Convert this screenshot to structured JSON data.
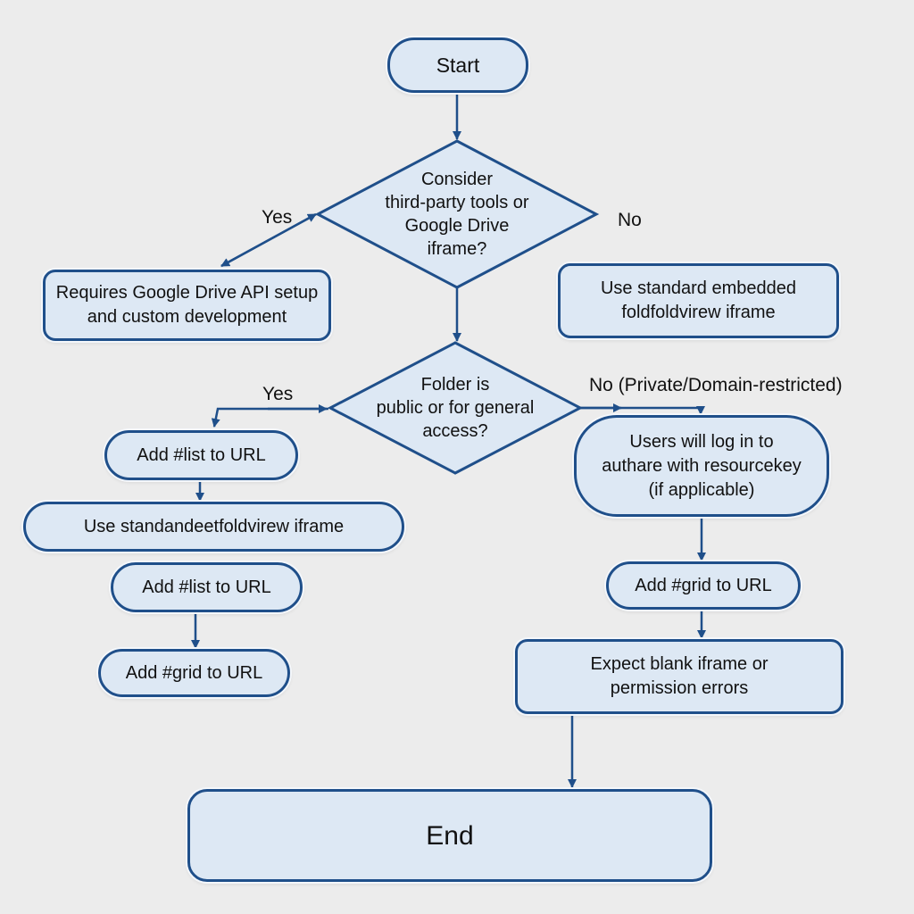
{
  "nodes": {
    "start": "Start",
    "decision_tools": "Consider\nthird-party tools or\nGoogle Drive\niframe?",
    "api_setup": "Requires Google Drive API setup\nand custom development",
    "use_standard_embedded": "Use standard embedded\nfoldfoldvirew iframe",
    "decision_public": "Folder is\npublic or for general\naccess?",
    "add_list_1": "Add #list to URL",
    "use_standard_left": "Use standandeetfoldvirew iframe",
    "add_list_2": "Add #list to URL",
    "add_grid_left": "Add #grid to URL",
    "users_login": "Users will log in to\nauthare with resourcekey\n(if applicable)",
    "add_grid_right": "Add #grid to URL",
    "expect_blank": "Expect blank iframe or\npermission errors",
    "end": "End"
  },
  "edge_labels": {
    "yes_1": "Yes",
    "no_1": "No",
    "yes_2": "Yes",
    "no_2": "No (Private/Domain-restricted)"
  },
  "colors": {
    "border": "#1f4f8a",
    "fill": "#dde8f4",
    "background": "#ececec"
  }
}
